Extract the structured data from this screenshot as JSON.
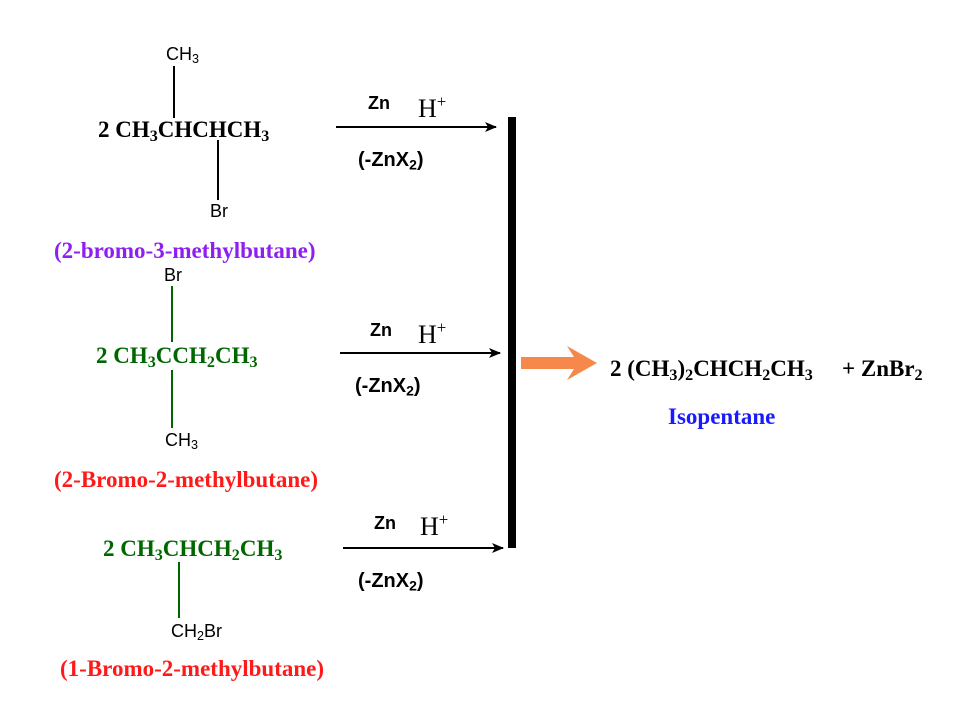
{
  "colors": {
    "black": "#000000",
    "purple": "#8e1ff0",
    "red": "#ff1a1a",
    "green": "#006600",
    "blue": "#1a1aff",
    "orange_arrow": "#f5884a"
  },
  "reactants": [
    {
      "coef": "2",
      "top_sub": "CH",
      "top_sub_n": "3",
      "bottom_sub": "Br",
      "name": "(2-bromo-3-methylbutane)",
      "formula_color": "black",
      "name_color": "purple"
    },
    {
      "coef": "2",
      "top_sub": "Br",
      "bottom_sub": "CH",
      "bottom_sub_n": "3",
      "name": "(2-Bromo-2-methylbutane)",
      "formula_color": "green",
      "name_color": "red"
    },
    {
      "coef": "2",
      "bottom_sub": "CH",
      "bottom_sub_n": "2",
      "bottom_sub_tail": "Br",
      "name": "(1-Bromo-2-methylbutane)",
      "formula_color": "green",
      "name_color": "red"
    }
  ],
  "conditions": {
    "reagent": "Zn",
    "acid": "H",
    "acid_charge": "+",
    "byproduct_open": "(-ZnX",
    "byproduct_n": "2",
    "byproduct_close": ")"
  },
  "product": {
    "coef": "2",
    "plus_zn": "+ ZnBr",
    "plus_zn_n": "2",
    "name": "Isopentane"
  }
}
